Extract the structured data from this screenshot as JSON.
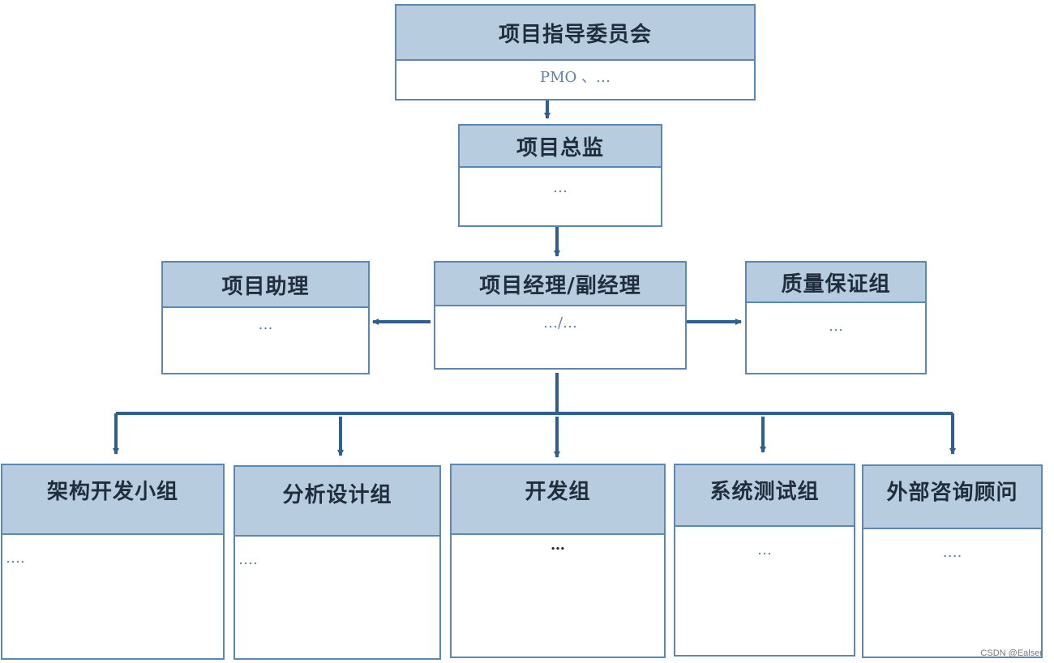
{
  "nodes": {
    "committee": {
      "title": "项目指导委员会",
      "content": "PMO 、…"
    },
    "director": {
      "title": "项目总监",
      "content": "…"
    },
    "assistant": {
      "title": "项目助理",
      "content": "…"
    },
    "manager": {
      "title": "项目经理/副经理",
      "content": "…/…"
    },
    "qa": {
      "title": "质量保证组",
      "content": "…"
    },
    "arch": {
      "title": "架构开发小组",
      "content": "…."
    },
    "analysis": {
      "title": "分析设计组",
      "content": "…."
    },
    "dev": {
      "title": "开发组",
      "content": "…"
    },
    "test": {
      "title": "系统测试组",
      "content": "…"
    },
    "consult": {
      "title": "外部咨询顾问",
      "content": "…."
    }
  },
  "colors": {
    "header_fill": "#b8cce0",
    "border": "#5b87b4",
    "arrow": "#2e5f93",
    "placeholder_text": "#5b7fa8"
  },
  "watermark": "CSDN @Ealser"
}
